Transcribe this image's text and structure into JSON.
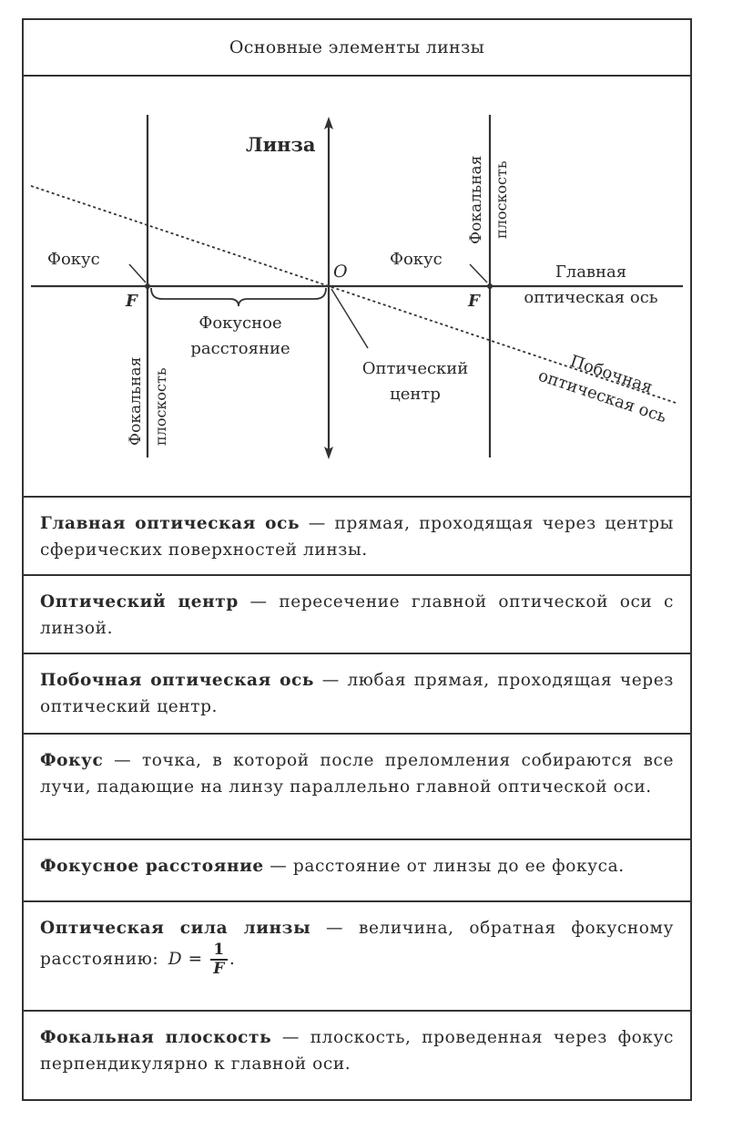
{
  "header": {
    "title": "Основные элементы линзы"
  },
  "diagram": {
    "lens_label": "Линза",
    "focus_left": "Фокус",
    "focus_right": "Фокус",
    "f_left": "F",
    "f_right": "F",
    "center_letter": "O",
    "main_axis_line1": "Главная",
    "main_axis_line2": "оптическая ось",
    "focal_distance_line1": "Фокусное",
    "focal_distance_line2": "расстояние",
    "optical_center_line1": "Оптический",
    "optical_center_line2": "центр",
    "side_axis_line1": "Побочная",
    "side_axis_line2": "оптическая ось",
    "focal_plane_left_line1": "Фокальная",
    "focal_plane_left_line2": "плоскость",
    "focal_plane_right_line1": "Фокальная",
    "focal_plane_right_line2": "плоскость"
  },
  "definitions": [
    {
      "term": "Главная оптическая ось",
      "dash": " — ",
      "text": "прямая, проходящая через центры сферических поверхностей линзы."
    },
    {
      "term": "Оптический центр",
      "dash": " — ",
      "text": "пересечение главной оптической оси с линзой."
    },
    {
      "term": "Побочная оптическая ось",
      "dash": " — ",
      "text": "любая прямая, проходящая через оптический центр."
    },
    {
      "term": "Фокус",
      "dash": " — ",
      "text": "точка, в которой после преломления собираются все лучи, падающие на линзу параллельно главной оптической оси."
    },
    {
      "term": "Фокусное расстояние",
      "dash": " — ",
      "text": "расстояние от линзы до ее фокуса."
    },
    {
      "term": "Оптическая сила линзы",
      "dash": " — ",
      "text": "величина, обратная фокусному расстоянию:",
      "formula_lhs": "D =",
      "formula_num": "1",
      "formula_den": "F",
      "formula_end": "."
    },
    {
      "term": "Фокальная плоскость",
      "dash": " — ",
      "text": "плоскость, проведенная через фокус перпендикулярно к главной оси."
    }
  ]
}
